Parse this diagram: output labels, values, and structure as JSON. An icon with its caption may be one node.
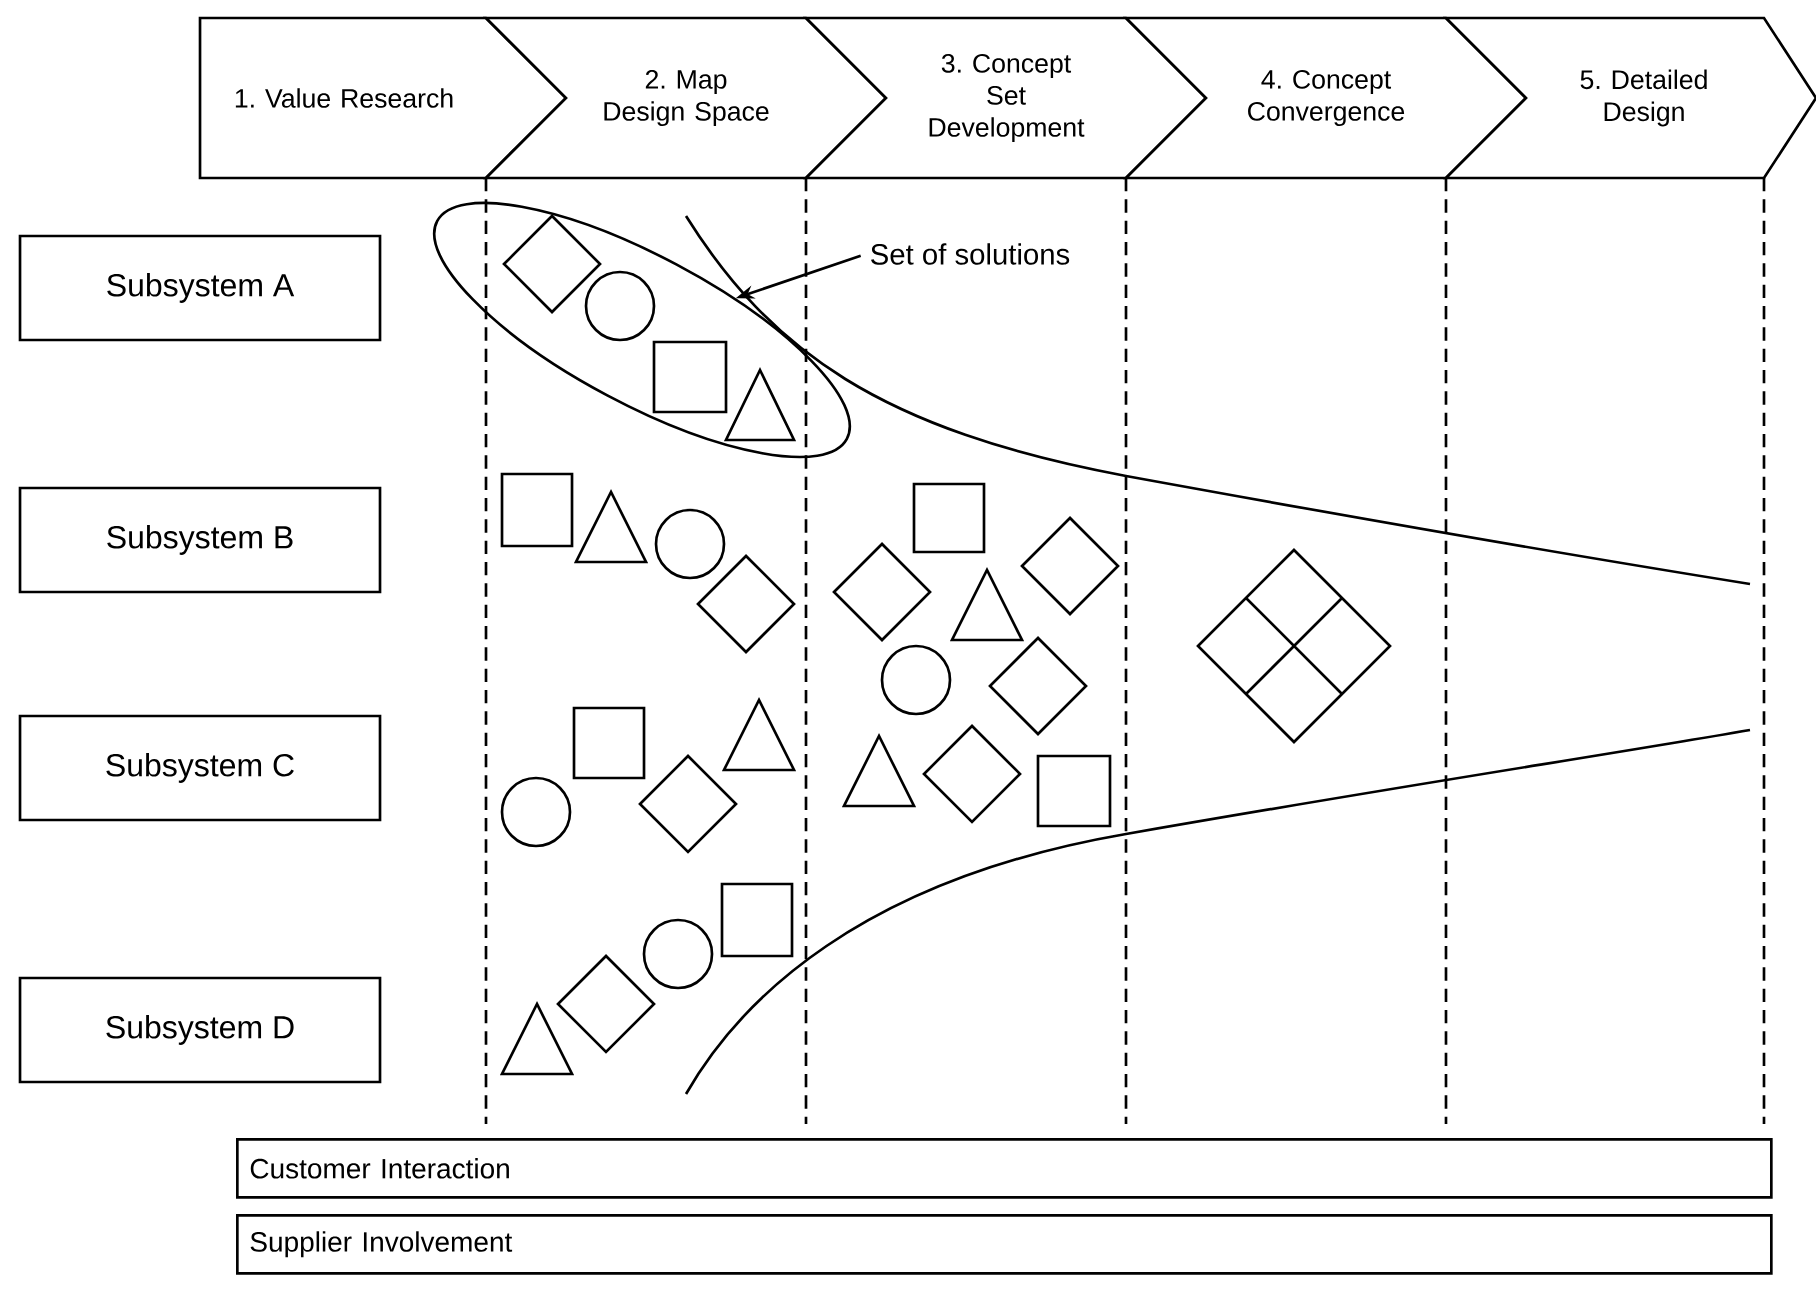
{
  "diagram": {
    "nodes": [
      {
        "text": [
          "1. Value Research"
        ]
      },
      {
        "text": [
          "2. Map Design Space"
        ]
      },
      {
        "text": [
          "3. Concept Set Development"
        ]
      },
      {
        "text": [
          "4. Concept Convergence"
        ]
      },
      {
        "text": [
          "5. Detailed Design"
        ]
      },
      {
        "text": [
          "Subsystem A"
        ]
      },
      {
        "text": [
          "Subsystem B"
        ]
      },
      {
        "text": [
          "Subsystem C"
        ]
      },
      {
        "text": [
          "Subsystem D"
        ]
      },
      {
        "text": [
          "Customer Interaction"
        ]
      },
      {
        "text": [
          "Supplier Involvement"
        ]
      },
      {
        "text": [
          "Set of solutions"
        ]
      },
      {
        "text": [],
        "shape": "ellipse"
      }
    ],
    "edges": [
      {
        "from": 11,
        "to": 12,
        "arrow": "to"
      }
    ]
  }
}
